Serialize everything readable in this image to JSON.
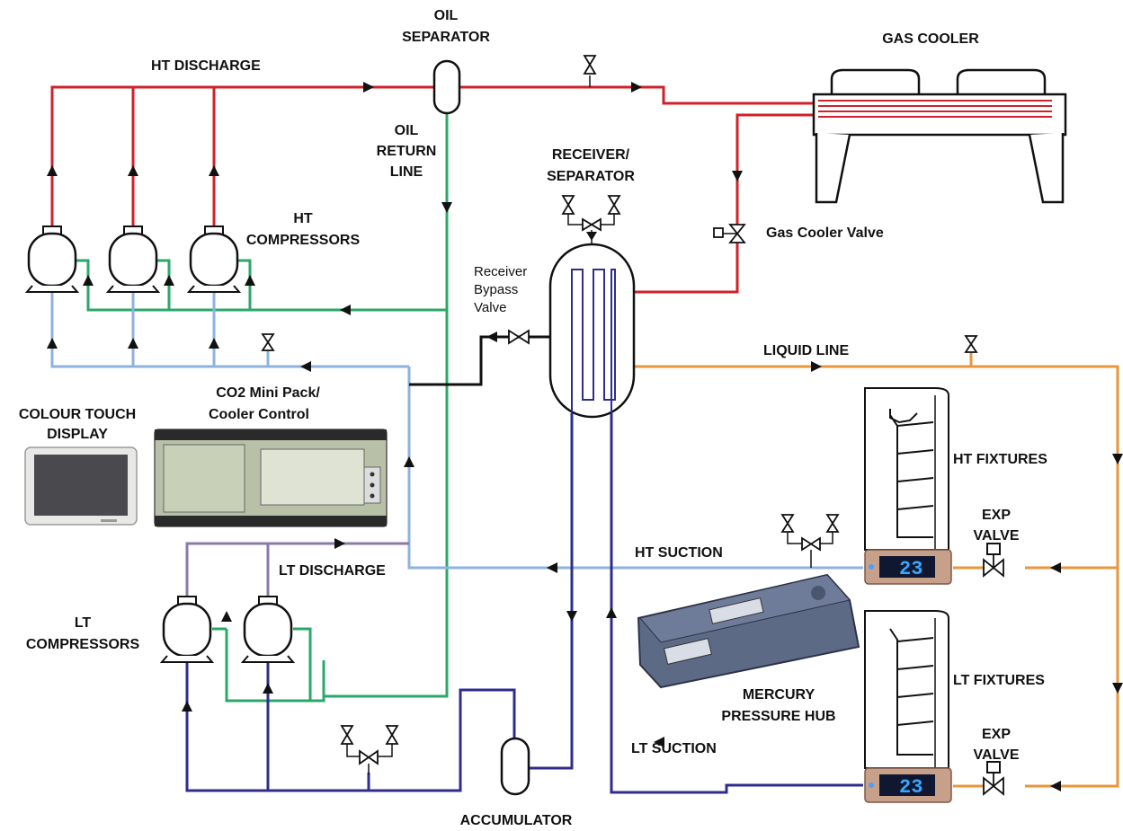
{
  "labels": {
    "oil_separator": [
      "OIL",
      "SEPARATOR"
    ],
    "ht_discharge": "HT DISCHARGE",
    "gas_cooler": "GAS COOLER",
    "oil_return_line": [
      "OIL",
      "RETURN",
      "LINE"
    ],
    "receiver_separator": [
      "RECEIVER/",
      "SEPARATOR"
    ],
    "gas_cooler_valve": "Gas Cooler Valve",
    "ht_compressors": [
      "HT",
      "COMPRESSORS"
    ],
    "receiver_bypass_valve": [
      "Receiver",
      "Bypass",
      "Valve"
    ],
    "liquid_line": "LIQUID LINE",
    "co2_mini_pack": [
      "CO2 Mini Pack/",
      "Cooler Control"
    ],
    "colour_touch_display": [
      "COLOUR TOUCH",
      "DISPLAY"
    ],
    "ht_fixtures": "HT FIXTURES",
    "exp_valve_ht": [
      "EXP",
      "VALVE"
    ],
    "ht_suction": "HT SUCTION",
    "lt_discharge": "LT DISCHARGE",
    "lt_compressors": [
      "LT",
      "COMPRESSORS"
    ],
    "mercury_pressure_hub": [
      "MERCURY",
      "PRESSURE HUB"
    ],
    "lt_fixtures": "LT FIXTURES",
    "exp_valve_lt": [
      "EXP",
      "VALVE"
    ],
    "lt_suction": "LT SUCTION",
    "accumulator": "ACCUMULATOR"
  },
  "displays": {
    "ht_case_display": "23",
    "lt_case_display": "23"
  },
  "colors": {
    "ht_discharge_line": "#d0202a",
    "oil_return_line": "#2aa86a",
    "ht_suction_line": "#8fb2dc",
    "lt_suction_line": "#2e2d8f",
    "liquid_line": "#e8963c",
    "lt_discharge_line": "#8a7aa8",
    "bypass_line": "#111111"
  }
}
